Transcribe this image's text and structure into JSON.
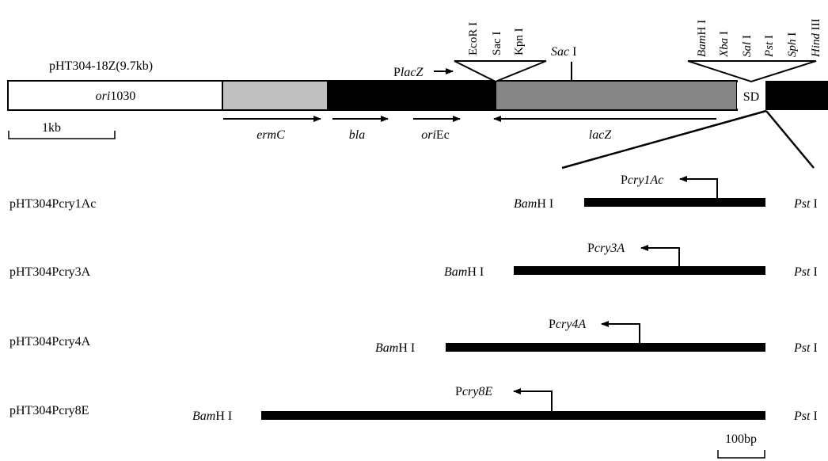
{
  "plasmid": {
    "name": "pHT304-18Z(9.7kb)",
    "ori1030": [
      "ori",
      "1030"
    ],
    "sd": "SD",
    "scale_label": "1kb",
    "plac_label": [
      "P",
      "lacZ"
    ],
    "sac_label": [
      "Sac",
      " I"
    ],
    "genes": {
      "ermC": "ermC",
      "bla": "bla",
      "oriEc": [
        "ori",
        "Ec"
      ],
      "lacZ": "lacZ"
    },
    "mcs_left": [
      "EcoR I",
      "Sac I",
      "Kpn I"
    ],
    "mcs_right": [
      {
        "italic": "Bam",
        "plain": "H I"
      },
      {
        "italic": "Xba",
        "plain": " I"
      },
      {
        "italic": "Sal",
        "plain": " I"
      },
      {
        "italic": "Pst",
        "plain": " I"
      },
      {
        "italic": "Sph",
        "plain": " I"
      },
      {
        "italic": "Hind",
        "plain": " III"
      }
    ]
  },
  "constructs": [
    {
      "name": "pHT304Pcry1Ac",
      "promoter": [
        "P",
        "cry1Ac"
      ]
    },
    {
      "name": "pHT304Pcry3A",
      "promoter": [
        "P",
        "cry3A"
      ]
    },
    {
      "name": "pHT304Pcry4A",
      "promoter": [
        "P",
        "cry4A"
      ]
    },
    {
      "name": "pHT304Pcry8E",
      "promoter": [
        "P",
        "cry8E"
      ]
    }
  ],
  "site_labels": {
    "left": [
      "Bam",
      "H I"
    ],
    "right": [
      "Pst",
      " I"
    ]
  },
  "bottom_scale_label": "100bp",
  "colors": {
    "black": "#000000",
    "light_gray": "#c0c0c0",
    "mid_gray": "#858585",
    "white": "#ffffff"
  }
}
